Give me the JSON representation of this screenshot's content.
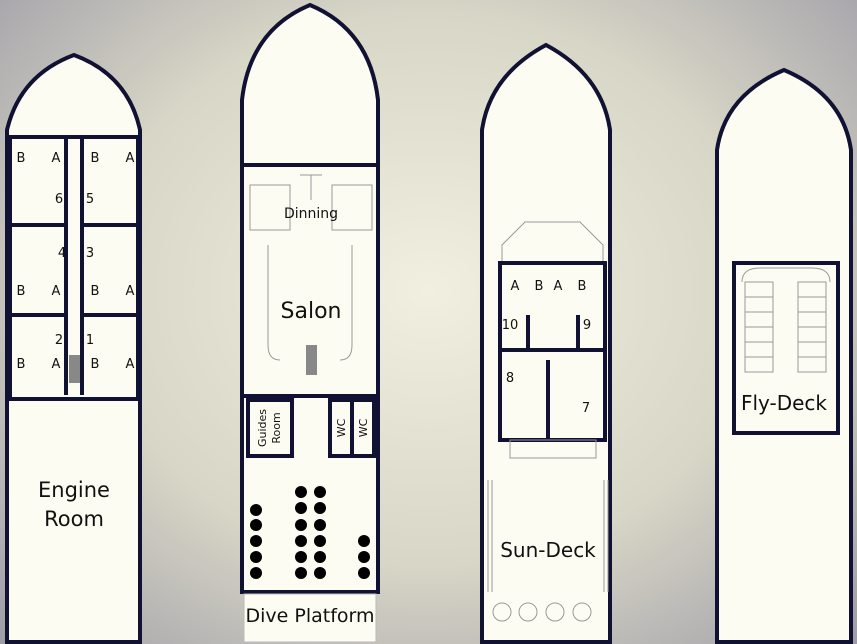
{
  "decks": {
    "main": {
      "cabins": [
        {
          "number": "6",
          "beds": [
            "B",
            "A"
          ]
        },
        {
          "number": "5",
          "beds": [
            "B",
            "A"
          ]
        },
        {
          "number": "4",
          "beds": [
            "B",
            "A"
          ]
        },
        {
          "number": "3",
          "beds": [
            "B",
            "A"
          ]
        },
        {
          "number": "2",
          "beds": [
            "B",
            "A"
          ]
        },
        {
          "number": "1",
          "beds": [
            "B",
            "A"
          ]
        }
      ],
      "engine_room": [
        "Engine",
        "Room"
      ]
    },
    "salon_deck": {
      "dining": "Dinning",
      "salon": "Salon",
      "guides_room": [
        "Guides",
        "Room"
      ],
      "wc": [
        "WC",
        "WC"
      ],
      "dive_platform": "Dive Platform"
    },
    "upper": {
      "cabins": [
        {
          "number": "10",
          "beds": [
            "A",
            "B"
          ]
        },
        {
          "number": "9",
          "beds": [
            "A",
            "B"
          ]
        },
        {
          "number": "8"
        },
        {
          "number": "7"
        }
      ],
      "sun_deck": "Sun-Deck"
    },
    "top": {
      "fly_deck": "Fly-Deck"
    }
  },
  "colors": {
    "walls": "#111133",
    "floor": "#fdfcf3"
  }
}
